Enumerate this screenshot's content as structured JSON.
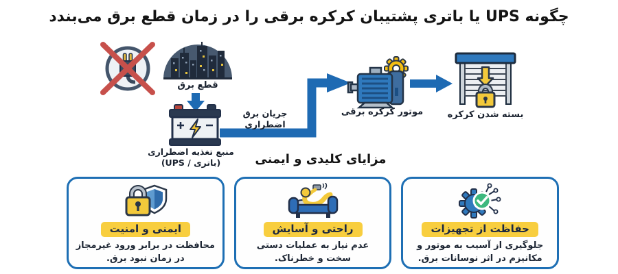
{
  "colors": {
    "accent_blue": "#1e6ab3",
    "dark_blue_outline": "#22304a",
    "highlight_yellow": "#f8ce3f",
    "icon_yellow": "#f3c93b",
    "alert_red": "#c7504b",
    "success_green": "#3db87e",
    "city_fill": "#47596f",
    "title_text": "#141414"
  },
  "title": "چگونه UPS یا باتری پشتیبان کرکره برقی را در زمان قطع برق می‌بندد",
  "flow": {
    "icons": [
      "no-plug-icon",
      "city-blackout-icon",
      "battery-icon",
      "motor-gear-icon",
      "roller-shutter-icon"
    ],
    "outage_label": "قطع برق",
    "battery_label_line1": "منبع تغذیه اضطراری",
    "battery_label_line2": "(UPS / باتری)",
    "current_label": "جریان برق اضطراری",
    "motor_label": "موتور کرکره برقی",
    "shutter_label": "بسته شدن کرکره"
  },
  "benefits": {
    "section_title": "مزایای کلیدی و ایمنی",
    "cards": [
      {
        "icon": "lock-shield-icon",
        "title": "ایمنی و امنیت",
        "line1": "محافظت در برابر ورود غیرمجاز",
        "line2": "در زمان نبود برق."
      },
      {
        "icon": "relax-sofa-icon",
        "title": "راحتی و آسایش",
        "line1": "عدم نیاز به عملیات دستی",
        "line2": "سخت و خطرناک."
      },
      {
        "icon": "gear-check-icon",
        "title": "حفاظت از تجهیزات",
        "line1": "جلوگیری از آسیب به موتور و",
        "line2": "مکانیزم در اثر نوسانات برق."
      }
    ]
  }
}
